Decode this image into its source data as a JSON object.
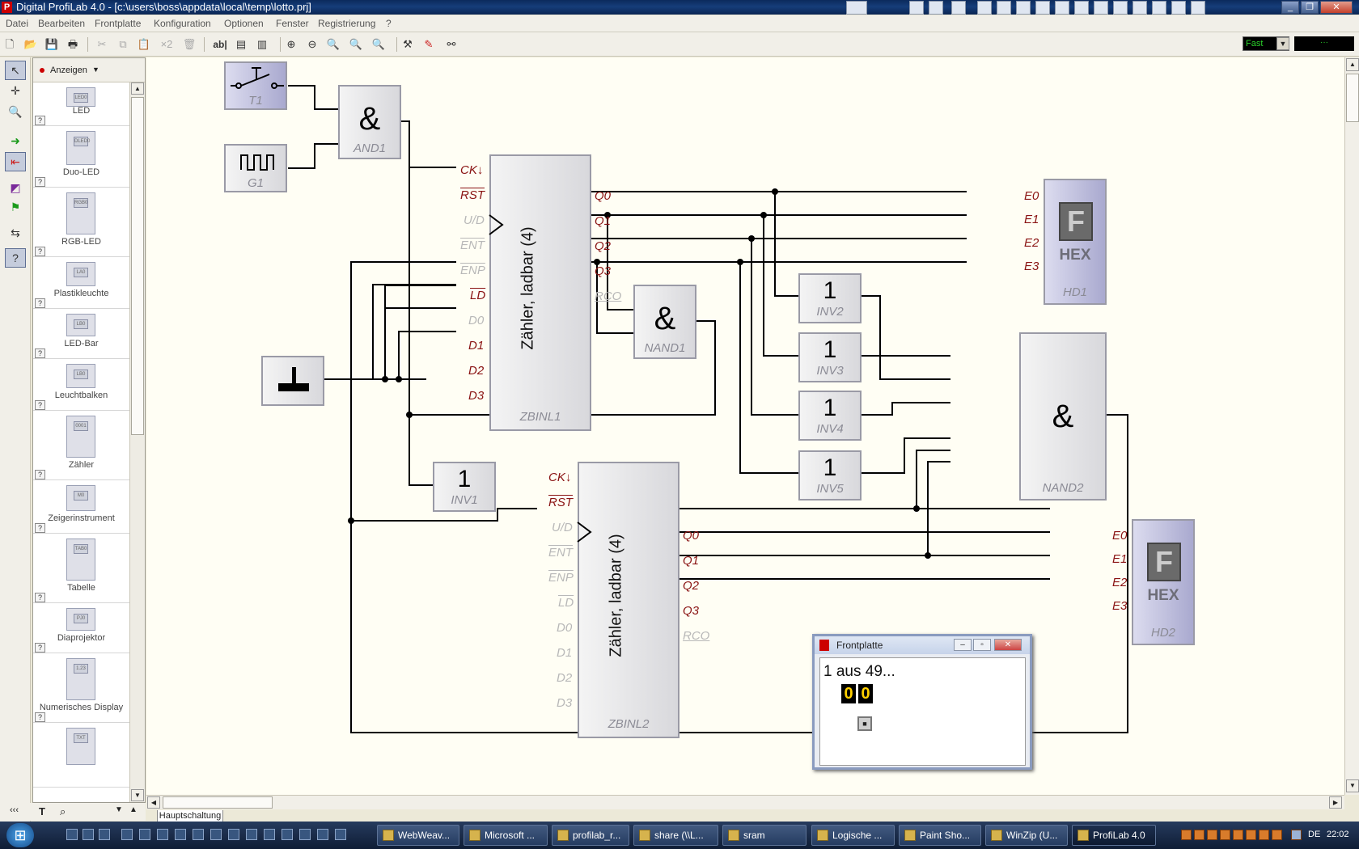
{
  "window": {
    "title": "Digital ProfiLab 4.0 - [c:\\users\\boss\\appdata\\local\\temp\\lotto.prj]",
    "app_icon": "P"
  },
  "menu": [
    "Datei",
    "Bearbeiten",
    "Frontplatte",
    "Konfiguration",
    "Optionen",
    "Fenster",
    "Registrierung",
    "?"
  ],
  "toolbar": {
    "buttons": [
      "new-icon",
      "open-icon",
      "save-icon",
      "print-icon",
      "cut-icon",
      "copy-icon",
      "paste-icon",
      "multiply-icon",
      "delete-icon",
      "text-icon",
      "panel-icon",
      "panel2-icon",
      "zoom-in-icon",
      "zoom-out-icon",
      "zoom-fit-icon",
      "zoom-page-icon",
      "zoom-reset-icon",
      "tools-icon",
      "probe-icon",
      "wire-icon"
    ],
    "x2_label": "×2",
    "text_label": "ab|",
    "speed": "Fast",
    "speed_value": "···"
  },
  "palette": {
    "header": "Anzeigen",
    "help": "?",
    "items": [
      {
        "label": "LED",
        "icon_text": "LED0"
      },
      {
        "label": "Duo-LED",
        "icon_text": "DLED0"
      },
      {
        "label": "RGB-LED",
        "icon_text": "RGB0"
      },
      {
        "label": "Plastikleuchte",
        "icon_text": "LA0"
      },
      {
        "label": "LED-Bar",
        "icon_text": "LB0"
      },
      {
        "label": "Leuchtbalken",
        "icon_text": "LB0"
      },
      {
        "label": "Zähler",
        "icon_text": "0001"
      },
      {
        "label": "Zeigerinstrument",
        "icon_text": "M0"
      },
      {
        "label": "Tabelle",
        "icon_text": "TAB0"
      },
      {
        "label": "Diaprojektor",
        "icon_text": "PJ0"
      },
      {
        "label": "Numerisches Display",
        "icon_text": "1.23"
      },
      {
        "label": "",
        "icon_text": "TXT"
      }
    ]
  },
  "sheet_tab": "Hauptschaltung",
  "circuit": {
    "T1": "T1",
    "G1": "G1",
    "AND1": "AND1",
    "NAND1": "NAND1",
    "NAND2": "NAND2",
    "INV1": "INV1",
    "INV2": "INV2",
    "INV3": "INV3",
    "INV4": "INV4",
    "INV5": "INV5",
    "ZBINL1": "ZBINL1",
    "ZBINL2": "ZBINL2",
    "HD1": "HD1",
    "HD2": "HD2",
    "and_symbol": "&",
    "inv_symbol": "1",
    "hex_glyph": "F",
    "hex_text": "HEX",
    "counter_label": "Zähler, ladbar (4)",
    "pins_left": [
      "CK↓",
      "RST",
      "U/D",
      "ENT",
      "ENP",
      "LD",
      "D0",
      "D1",
      "D2",
      "D3"
    ],
    "pins_right": [
      "Q0",
      "Q1",
      "Q2",
      "Q3",
      "RCO"
    ],
    "hex_inputs": [
      "E0",
      "E1",
      "E2",
      "E3"
    ]
  },
  "frontplatte": {
    "title": "Frontplatte",
    "text": "1 aus 49...",
    "digits": [
      "0",
      "0"
    ]
  },
  "taskbar": {
    "tasks": [
      "WebWeav...",
      "Microsoft ...",
      "profilab_r...",
      "share (\\\\L...",
      "sram",
      "Logische ...",
      "Paint Sho...",
      "WinZip (U...",
      "ProfiLab 4.0"
    ],
    "lang": "DE",
    "clock": "22:02"
  },
  "colors": {
    "pin_active": "#8a1313",
    "pin_inactive": "#b8b8b8",
    "canvas": "#fffef4"
  }
}
